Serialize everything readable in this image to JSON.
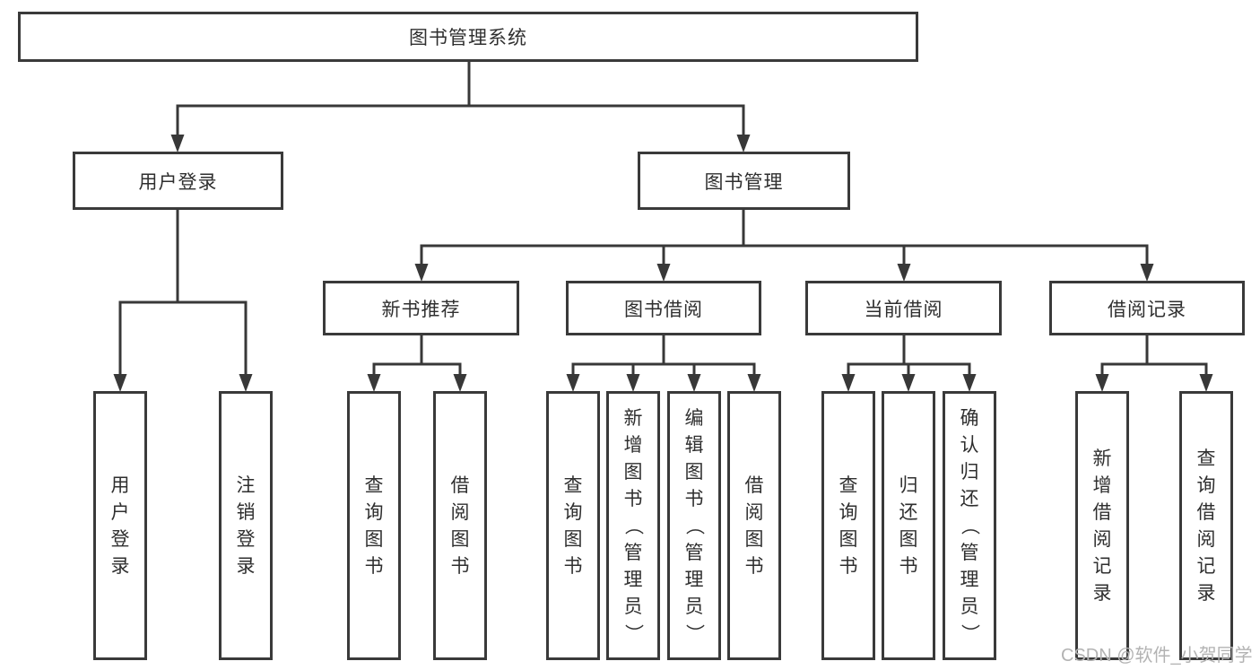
{
  "diagram": {
    "title": "图书管理系统",
    "branches": [
      {
        "label": "用户登录",
        "leaves": [
          {
            "label": "用户登录"
          },
          {
            "label": "注销登录"
          }
        ]
      },
      {
        "label": "图书管理",
        "groups": [
          {
            "label": "新书推荐",
            "leaves": [
              {
                "label": "查询图书"
              },
              {
                "label": "借阅图书"
              }
            ]
          },
          {
            "label": "图书借阅",
            "leaves": [
              {
                "label": "查询图书"
              },
              {
                "label": "新增图书（管理员）"
              },
              {
                "label": "编辑图书（管理员）"
              },
              {
                "label": "借阅图书"
              }
            ]
          },
          {
            "label": "当前借阅",
            "leaves": [
              {
                "label": "查询图书"
              },
              {
                "label": "归还图书"
              },
              {
                "label": "确认归还（管理员）"
              }
            ]
          },
          {
            "label": "借阅记录",
            "leaves": [
              {
                "label": "新增借阅记录"
              },
              {
                "label": "查询借阅记录"
              }
            ]
          }
        ]
      }
    ]
  },
  "watermark": {
    "text": "CSDN @软件_小贺同学"
  },
  "colors": {
    "line": "#383838",
    "border": "#3a3a3a",
    "text": "#2f2f2f",
    "watermark": "#b3b3b3",
    "background": "#ffffff"
  }
}
